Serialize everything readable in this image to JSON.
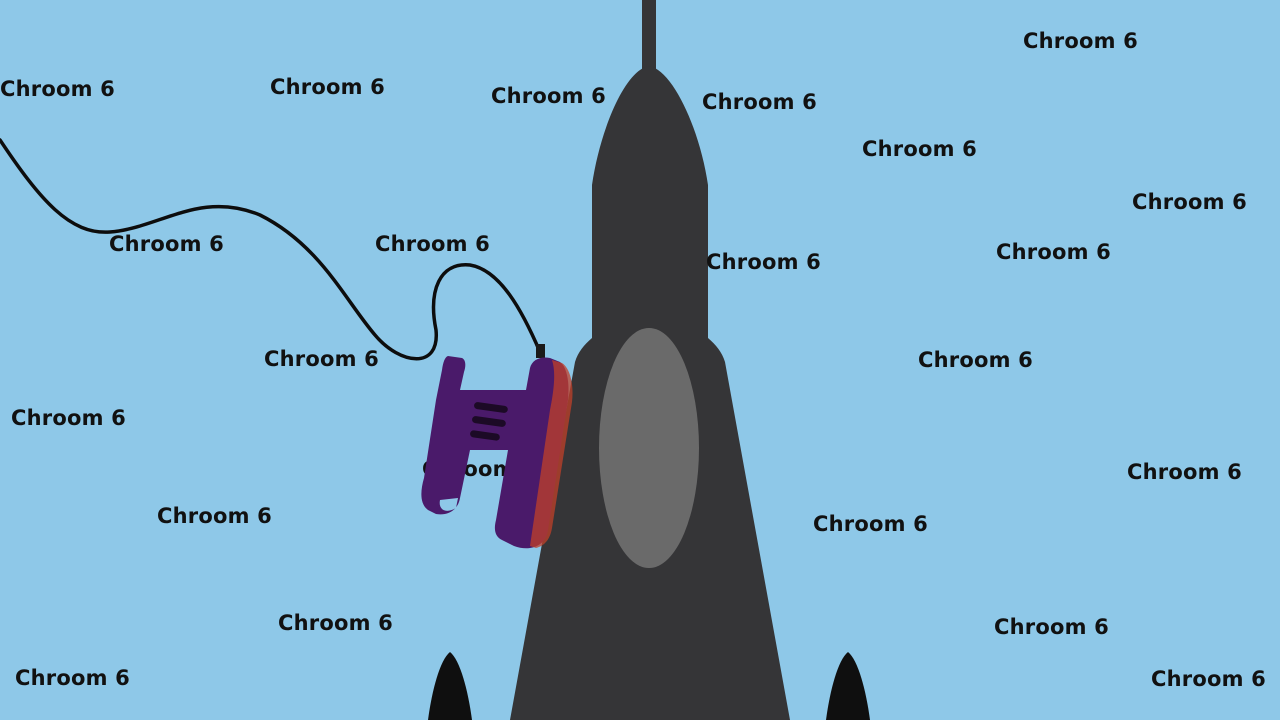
{
  "scene": {
    "background_color": "#8ec8e8",
    "rocket_color": "#353537",
    "window_color": "#6a6a6a",
    "device_color": "#4a1a6a",
    "device_edge_color": "#c0402a",
    "cable_color": "#0d0d0d"
  },
  "labels": [
    "Chroom 6",
    "Chroom 6",
    "Chroom 6",
    "Chroom 6",
    "Chroom 6",
    "Chroom 6",
    "Chroom 6",
    "Chroom 6",
    "Chroom 6",
    "Chroom 6",
    "Chroom 6",
    "Chroom 6",
    "Chroom 6",
    "Chroom 6",
    "Chroom 6",
    "Chroom 6",
    "Chroom 6",
    "Chroom 6",
    "Chroom 6",
    "Chroom 6",
    "Chroom 6",
    "Chroom 6"
  ]
}
